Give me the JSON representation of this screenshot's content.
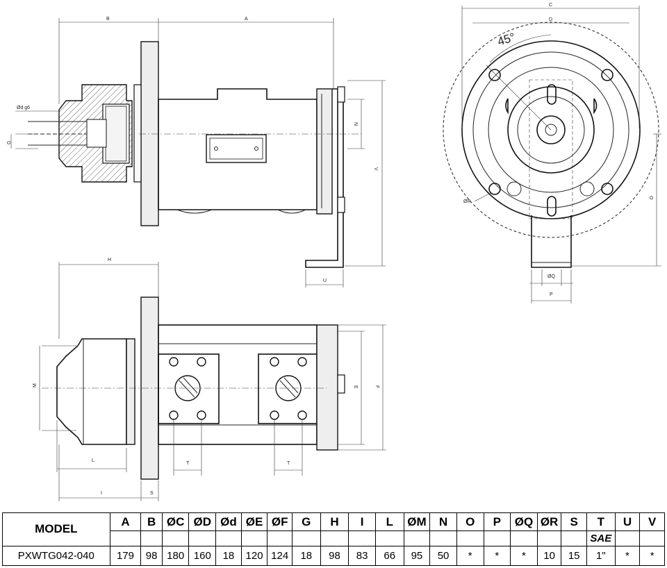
{
  "labels": {
    "A": "A",
    "B": "B",
    "C": "C",
    "D": "D",
    "H": "H",
    "I": "I",
    "S": "S",
    "L": "L",
    "M": "M",
    "E": "E",
    "F": "F",
    "N": "N",
    "V": "V",
    "O": "O",
    "U": "U",
    "P": "P",
    "T": "T",
    "G": "G",
    "dg6": "Ød g6",
    "OQ": "ØQ",
    "OR": "ØR",
    "angle": "45°"
  },
  "table": {
    "headers": [
      "MODEL",
      "A",
      "B",
      "ØC",
      "ØD",
      "Ød",
      "ØE",
      "ØF",
      "G",
      "H",
      "I",
      "L",
      "ØM",
      "N",
      "O",
      "P",
      "ØQ",
      "ØR",
      "S",
      "T",
      "U",
      "V"
    ],
    "sub_label": "SAE",
    "rows": [
      [
        "PXWTG042-040",
        "179",
        "98",
        "180",
        "160",
        "18",
        "120",
        "124",
        "18",
        "98",
        "83",
        "66",
        "95",
        "50",
        "*",
        "*",
        "*",
        "10",
        "15",
        "1\"",
        "*",
        "*"
      ]
    ]
  }
}
